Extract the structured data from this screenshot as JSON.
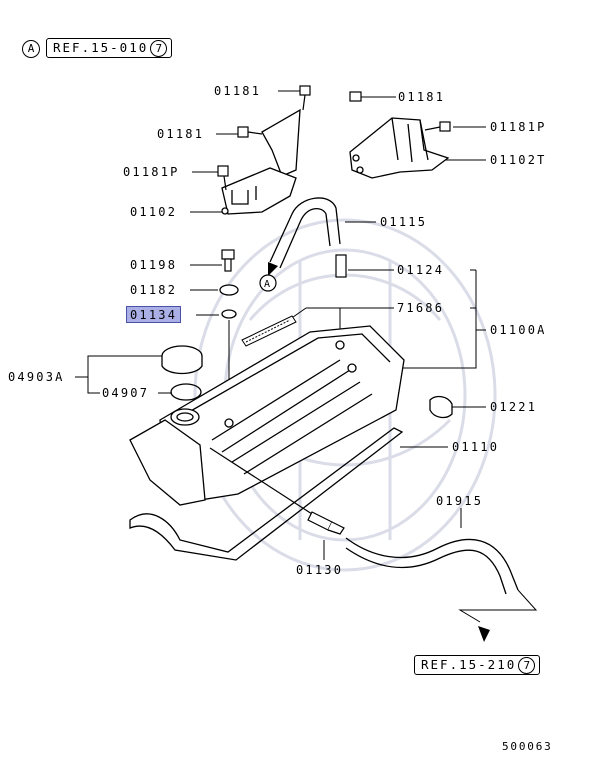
{
  "refs": {
    "top_marker": "A",
    "top_ref": "REF.15-010",
    "top_ref_num": "7",
    "bottom_ref": "REF.15-210",
    "bottom_ref_num": "7",
    "a_marker": "A"
  },
  "labels": {
    "p01181_top": "01181",
    "p01181_right": "01181",
    "p01181P_right": "01181P",
    "p01181_left": "01181",
    "p01102T": "01102T",
    "p01181P_left": "01181P",
    "p01102": "01102",
    "p01115": "01115",
    "p01198": "01198",
    "p01124": "01124",
    "p01182": "01182",
    "p71686": "71686",
    "p01134": "01134",
    "p01100A": "01100A",
    "p04903A": "04903A",
    "p04907": "04907",
    "p01221": "01221",
    "p01110": "01110",
    "p01915": "01915",
    "p01130": "01130"
  },
  "figure_id": "500063"
}
